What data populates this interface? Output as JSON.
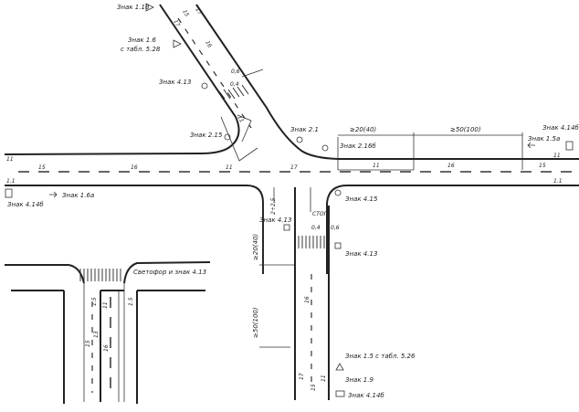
{
  "signs": {
    "s_1_18": "Знак 1.18",
    "s_1_6": "Знак 1.6",
    "s_1_6_tab": "с табл. 5.28",
    "s_4_13_top": "Знак 4.13",
    "s_2_15": "Знак 2.15",
    "s_2_1": "Знак 2.1",
    "s_2_16b": "Знак 2.16б",
    "s_4_14b_right": "Знак 4.14б",
    "s_1_5a_right": "Знак 1.5а",
    "s_1_6a_left": "Знак 1.6а",
    "s_4_14b_left": "Знак 4.14б",
    "s_4_15": "Знак 4.15",
    "s_4_13_side": "Знак 4.13",
    "s_4_13_right": "Знак 4.13",
    "s_1_5_tab": "Знак 1.5 с табл. 5.26",
    "s_1_9": "Знак 1.9",
    "s_4_14b_bottom": "Знак 4.14б",
    "inset_note": "Светофор и знак 4.13"
  },
  "dimensions": {
    "d_20_40": "≥20(40)",
    "d_50_100": "≥50(100)",
    "d_20_40_v": "≥20(40)",
    "d_50_100_v": "≥50(100)",
    "d_2_25": "2÷2,5",
    "stop": "СТОП",
    "d_0_6_top": "0,6",
    "d_0_4_top": "0,4",
    "d_0_4": "0,4",
    "d_0_6": "0,6"
  },
  "markings": {
    "m15a": "15",
    "m17a": "17",
    "m16a": "16",
    "m11a": "11",
    "m17b": "17",
    "m11_top_left": "11",
    "m15_main": "15",
    "m16_main": "16",
    "m11_main": "11",
    "m1_1_left": "1.1",
    "m17_center": "17",
    "m11_r1": "11",
    "m16_r": "16",
    "m15_r": "15",
    "m11_r2": "11",
    "m1_1_right": "1.1",
    "m16_side": "16",
    "m17_side": "17",
    "m15_side": "15",
    "m11_side": "11",
    "i_15": "15",
    "i_13": "13",
    "i_16": "16",
    "i_11": "11",
    "i_1_5": "1.5",
    "i_15b": "1.5"
  }
}
